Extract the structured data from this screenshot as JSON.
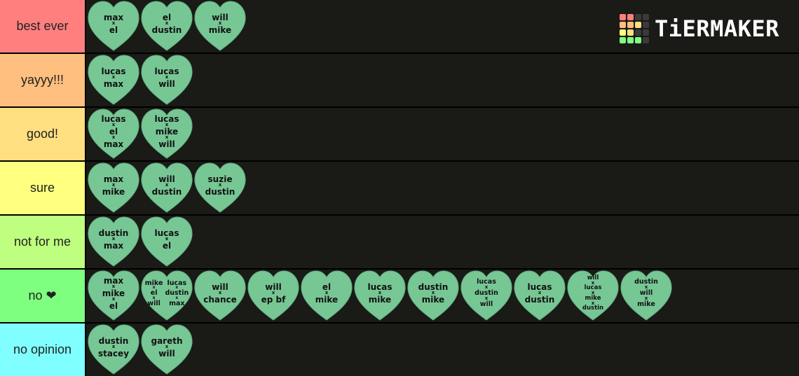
{
  "logo": {
    "text": "TiERMAKER",
    "grid_colors": [
      "#ff7f7f",
      "#ff7f7f",
      "#3a3a3a",
      "#3a3a3a",
      "#ffbf7f",
      "#ffbf7f",
      "#ffdf7f",
      "#3a3a3a",
      "#ffff7f",
      "#ffdf7f",
      "#3a3a3a",
      "#3a3a3a",
      "#7fff7f",
      "#7fff7f",
      "#7fff7f",
      "#3a3a3a"
    ]
  },
  "heart_color": "#77c795",
  "tiers": [
    {
      "label": "best ever",
      "color": "#ff7f7f",
      "items": [
        [
          "max",
          "el"
        ],
        [
          "el",
          "dustin"
        ],
        [
          "will",
          "mike"
        ]
      ]
    },
    {
      "label": "yayyy!!!",
      "color": "#ffbf7f",
      "items": [
        [
          "lucas",
          "max"
        ],
        [
          "lucas",
          "will"
        ]
      ]
    },
    {
      "label": "good!",
      "color": "#ffdf7f",
      "items": [
        [
          "lucas",
          "el",
          "max"
        ],
        [
          "lucas",
          "mike",
          "will"
        ]
      ]
    },
    {
      "label": "sure",
      "color": "#ffff7f",
      "items": [
        [
          "max",
          "mike"
        ],
        [
          "will",
          "dustin"
        ],
        [
          "suzie",
          "dustin"
        ]
      ]
    },
    {
      "label": "not for me",
      "color": "#bfff7f",
      "items": [
        [
          "dustin",
          "max"
        ],
        [
          "lucas",
          "el"
        ]
      ]
    },
    {
      "label": "no ❤",
      "color": "#7fff7f",
      "items": [
        [
          "max",
          "mike",
          "el"
        ],
        {
          "split": [
            [
              "mike",
              "el",
              "will"
            ],
            [
              "lucas",
              "dustin",
              "max"
            ]
          ]
        },
        [
          "will",
          "chance"
        ],
        [
          "will",
          "ep bf"
        ],
        [
          "el",
          "mike"
        ],
        [
          "lucas",
          "mike"
        ],
        [
          "dustin",
          "mike"
        ],
        [
          "lucas",
          "dustin",
          "will"
        ],
        [
          "lucas",
          "dustin"
        ],
        [
          "will",
          "lucas",
          "mike",
          "dustin"
        ],
        [
          "dustin",
          "will",
          "mike"
        ]
      ]
    },
    {
      "label": "no opinion",
      "color": "#7fffff",
      "items": [
        [
          "dustin",
          "stacey"
        ],
        [
          "gareth",
          "will"
        ]
      ]
    }
  ]
}
